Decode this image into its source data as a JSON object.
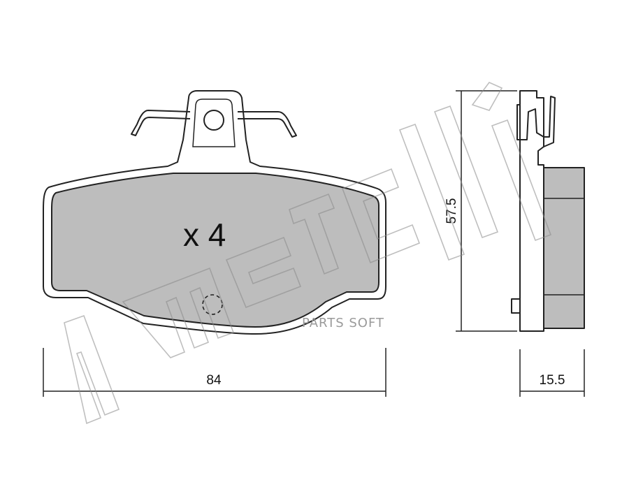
{
  "diagram": {
    "quantity_label": "x 4",
    "dimensions": {
      "width": "84",
      "height": "57.5",
      "thickness": "15.5"
    },
    "watermark": {
      "brand": "metelli",
      "overlay_text": "PARTS SOFT"
    },
    "colors": {
      "friction_material": "#bdbdbd",
      "outline": "#222222",
      "watermark": "#9a9a9a"
    }
  }
}
